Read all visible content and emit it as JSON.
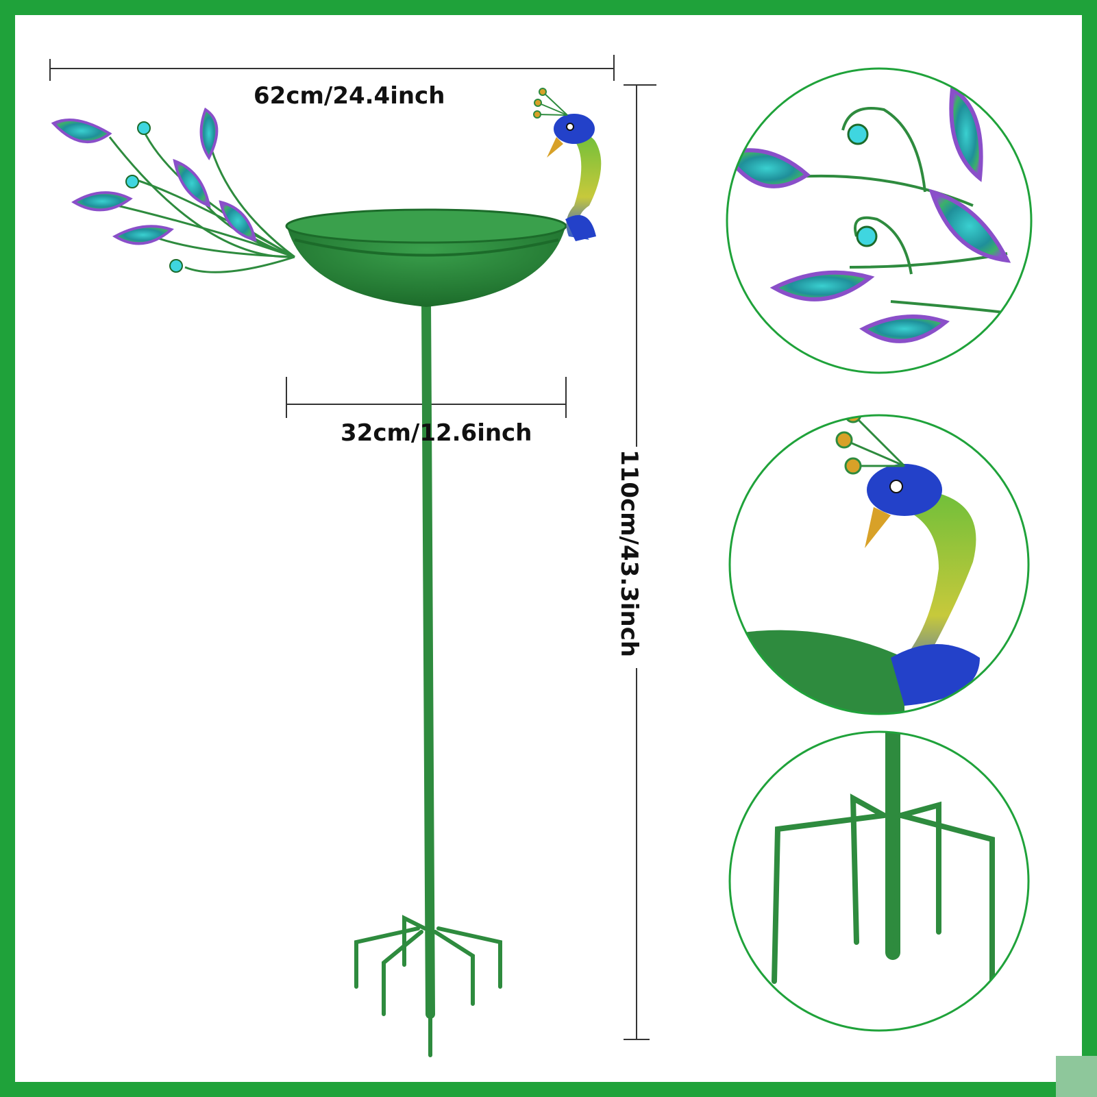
{
  "dimensions": {
    "total_width": "62cm/24.4inch",
    "bowl_width": "32cm/12.6inch",
    "height": "110cm/43.3inch"
  },
  "colors": {
    "frame": "#1fa23a",
    "metal_green": "#2e8b3e",
    "feather_purple": "#8a4fc9",
    "feather_teal": "#2fb7b0",
    "head_blue": "#2341c9",
    "neck_gold": "#c9c23a"
  },
  "detail_views": [
    "tail-feathers-closeup",
    "peacock-head-closeup",
    "ground-stake-closeup"
  ]
}
